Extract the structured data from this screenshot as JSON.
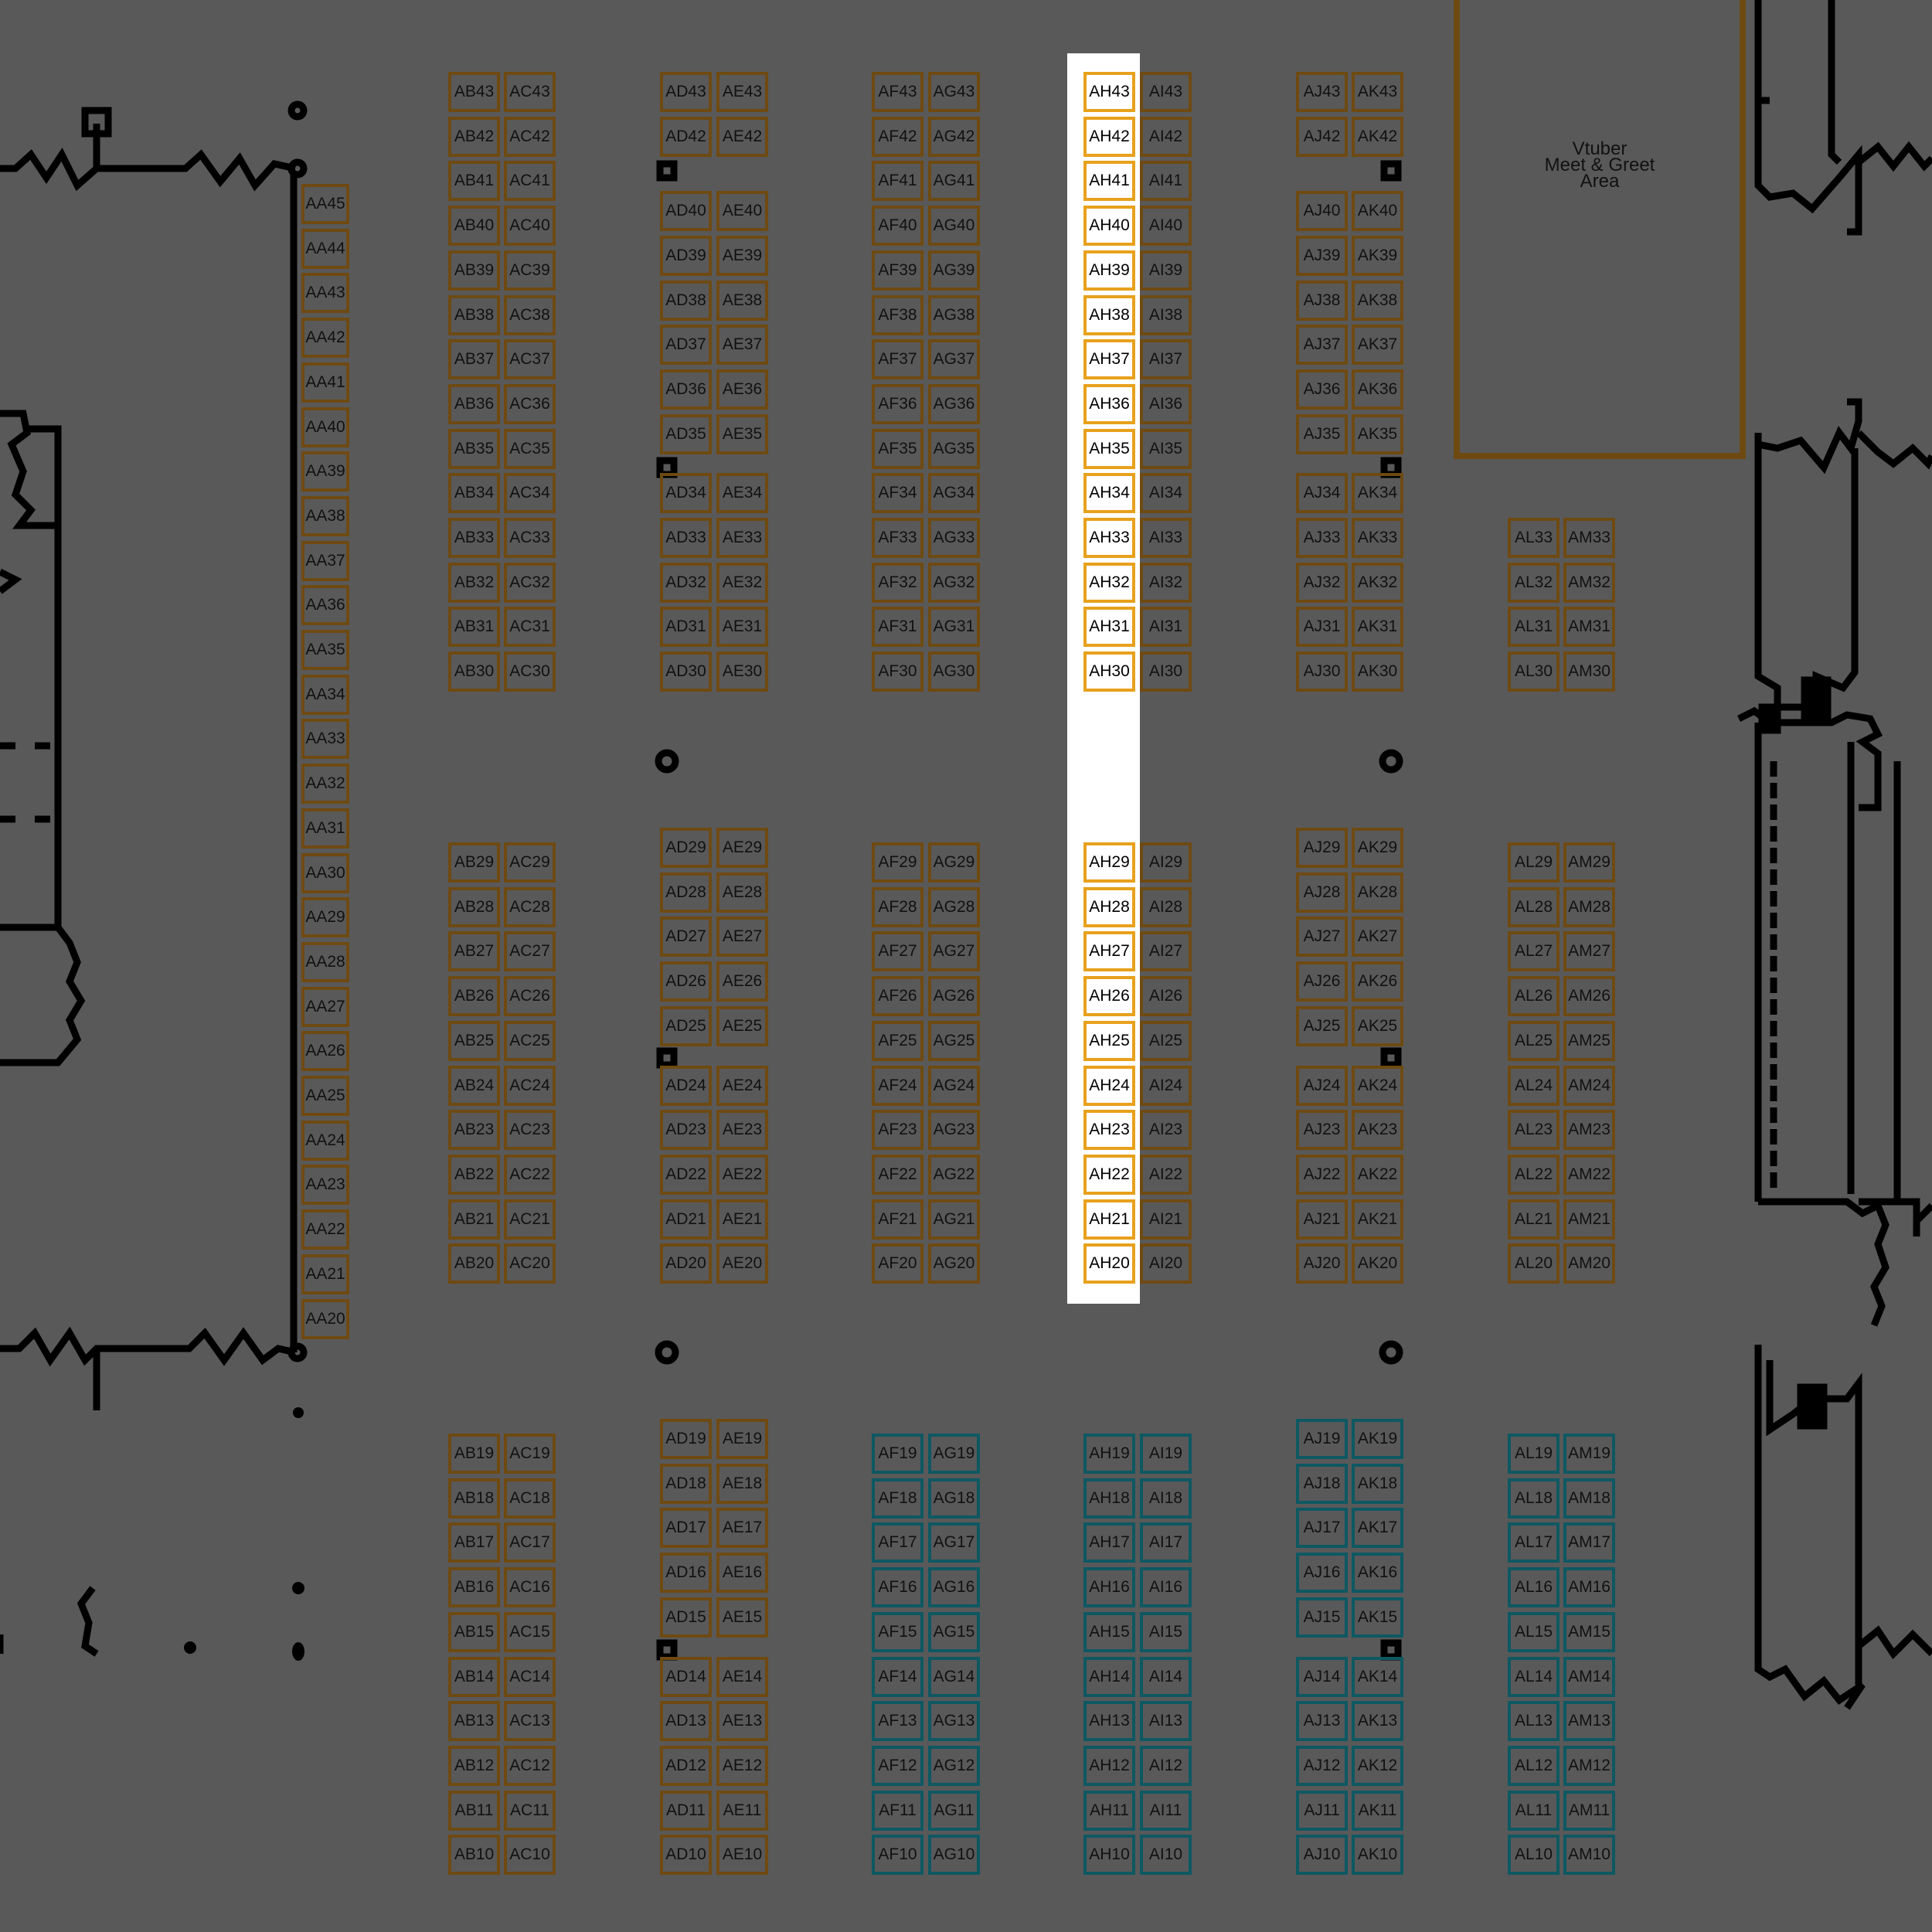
{
  "map": {
    "area_label": "Vtuber\nMeet & Greet\nArea",
    "highlight_color": "#ffffff",
    "colors": {
      "brown": "#6e4a12",
      "teal": "#0e5862",
      "highlight": "#e8a11c",
      "background": "#595959"
    },
    "booth_groups": [
      {
        "col": "AA",
        "rows": [
          "45",
          "44",
          "43",
          "42",
          "41",
          "40",
          "39",
          "38",
          "37",
          "36",
          "35",
          "34",
          "33",
          "32",
          "31",
          "30",
          "29",
          "28",
          "27",
          "26",
          "25",
          "24",
          "23",
          "22",
          "21",
          "20"
        ],
        "color": "brown"
      },
      {
        "col": "AB",
        "rows": [
          "43",
          "42",
          "41",
          "40",
          "39",
          "38",
          "37",
          "36",
          "35",
          "34",
          "33",
          "32",
          "31",
          "30"
        ],
        "color": "brown"
      },
      {
        "col": "AC",
        "rows": [
          "43",
          "42",
          "41",
          "40",
          "39",
          "38",
          "37",
          "36",
          "35",
          "34",
          "33",
          "32",
          "31",
          "30"
        ],
        "color": "brown"
      },
      {
        "col": "AB",
        "rows": [
          "29",
          "28",
          "27",
          "26",
          "25",
          "24",
          "23",
          "22",
          "21",
          "20"
        ],
        "color": "brown"
      },
      {
        "col": "AC",
        "rows": [
          "29",
          "28",
          "27",
          "26",
          "25",
          "24",
          "23",
          "22",
          "21",
          "20"
        ],
        "color": "brown"
      },
      {
        "col": "AB",
        "rows": [
          "19",
          "18",
          "17",
          "16",
          "15",
          "14",
          "13",
          "12",
          "11",
          "10"
        ],
        "color": "brown"
      },
      {
        "col": "AC",
        "rows": [
          "19",
          "18",
          "17",
          "16",
          "15",
          "14",
          "13",
          "12",
          "11",
          "10"
        ],
        "color": "brown"
      },
      {
        "col": "AD",
        "rows": [
          "43",
          "42"
        ],
        "color": "brown"
      },
      {
        "col": "AE",
        "rows": [
          "43",
          "42"
        ],
        "color": "brown"
      },
      {
        "col": "AD",
        "rows": [
          "40",
          "39",
          "38",
          "37",
          "36",
          "35"
        ],
        "color": "brown"
      },
      {
        "col": "AE",
        "rows": [
          "40",
          "39",
          "38",
          "37",
          "36",
          "35"
        ],
        "color": "brown"
      },
      {
        "col": "AD",
        "rows": [
          "34",
          "33",
          "32",
          "31",
          "30"
        ],
        "color": "brown"
      },
      {
        "col": "AE",
        "rows": [
          "34",
          "33",
          "32",
          "31",
          "30"
        ],
        "color": "brown"
      },
      {
        "col": "AD",
        "rows": [
          "29",
          "28",
          "27",
          "26",
          "25"
        ],
        "color": "brown"
      },
      {
        "col": "AE",
        "rows": [
          "29",
          "28",
          "27",
          "26",
          "25"
        ],
        "color": "brown"
      },
      {
        "col": "AD",
        "rows": [
          "24",
          "23",
          "22",
          "21",
          "20"
        ],
        "color": "brown"
      },
      {
        "col": "AE",
        "rows": [
          "24",
          "23",
          "22",
          "21",
          "20"
        ],
        "color": "brown"
      },
      {
        "col": "AD",
        "rows": [
          "19",
          "18",
          "17",
          "16",
          "15"
        ],
        "color": "brown"
      },
      {
        "col": "AE",
        "rows": [
          "19",
          "18",
          "17",
          "16",
          "15"
        ],
        "color": "brown"
      },
      {
        "col": "AD",
        "rows": [
          "14",
          "13",
          "12",
          "11",
          "10"
        ],
        "color": "brown"
      },
      {
        "col": "AE",
        "rows": [
          "14",
          "13",
          "12",
          "11",
          "10"
        ],
        "color": "brown"
      },
      {
        "col": "AF",
        "rows": [
          "43",
          "42",
          "41",
          "40",
          "39",
          "38",
          "37",
          "36",
          "35",
          "34",
          "33",
          "32",
          "31",
          "30"
        ],
        "color": "brown"
      },
      {
        "col": "AG",
        "rows": [
          "43",
          "42",
          "41",
          "40",
          "39",
          "38",
          "37",
          "36",
          "35",
          "34",
          "33",
          "32",
          "31",
          "30"
        ],
        "color": "brown"
      },
      {
        "col": "AF",
        "rows": [
          "29",
          "28",
          "27",
          "26",
          "25",
          "24",
          "23",
          "22",
          "21",
          "20"
        ],
        "color": "brown"
      },
      {
        "col": "AG",
        "rows": [
          "29",
          "28",
          "27",
          "26",
          "25",
          "24",
          "23",
          "22",
          "21",
          "20"
        ],
        "color": "brown"
      },
      {
        "col": "AF",
        "rows": [
          "19",
          "18",
          "17",
          "16",
          "15",
          "14",
          "13",
          "12",
          "11",
          "10"
        ],
        "color": "teal"
      },
      {
        "col": "AG",
        "rows": [
          "19",
          "18",
          "17",
          "16",
          "15",
          "14",
          "13",
          "12",
          "11",
          "10"
        ],
        "color": "teal"
      },
      {
        "col": "AH",
        "rows": [
          "43",
          "42",
          "41",
          "40",
          "39",
          "38",
          "37",
          "36",
          "35",
          "34",
          "33",
          "32",
          "31",
          "30"
        ],
        "color": "highlight"
      },
      {
        "col": "AI",
        "rows": [
          "43",
          "42",
          "41",
          "40",
          "39",
          "38",
          "37",
          "36",
          "35",
          "34",
          "33",
          "32",
          "31",
          "30"
        ],
        "color": "brown"
      },
      {
        "col": "AH",
        "rows": [
          "29",
          "28",
          "27",
          "26",
          "25",
          "24",
          "23",
          "22",
          "21",
          "20"
        ],
        "color": "highlight"
      },
      {
        "col": "AI",
        "rows": [
          "29",
          "28",
          "27",
          "26",
          "25",
          "24",
          "23",
          "22",
          "21",
          "20"
        ],
        "color": "brown"
      },
      {
        "col": "AH",
        "rows": [
          "19",
          "18",
          "17",
          "16",
          "15",
          "14",
          "13",
          "12",
          "11",
          "10"
        ],
        "color": "teal"
      },
      {
        "col": "AI",
        "rows": [
          "19",
          "18",
          "17",
          "16",
          "15",
          "14",
          "13",
          "12",
          "11",
          "10"
        ],
        "color": "teal"
      },
      {
        "col": "AJ",
        "rows": [
          "43",
          "42"
        ],
        "color": "brown"
      },
      {
        "col": "AK",
        "rows": [
          "43",
          "42"
        ],
        "color": "brown"
      },
      {
        "col": "AJ",
        "rows": [
          "40",
          "39",
          "38",
          "37",
          "36",
          "35"
        ],
        "color": "brown"
      },
      {
        "col": "AK",
        "rows": [
          "40",
          "39",
          "38",
          "37",
          "36",
          "35"
        ],
        "color": "brown"
      },
      {
        "col": "AJ",
        "rows": [
          "34",
          "33",
          "32",
          "31",
          "30"
        ],
        "color": "brown"
      },
      {
        "col": "AK",
        "rows": [
          "34",
          "33",
          "32",
          "31",
          "30"
        ],
        "color": "brown"
      },
      {
        "col": "AJ",
        "rows": [
          "29",
          "28",
          "27",
          "26",
          "25"
        ],
        "color": "brown"
      },
      {
        "col": "AK",
        "rows": [
          "29",
          "28",
          "27",
          "26",
          "25"
        ],
        "color": "brown"
      },
      {
        "col": "AJ",
        "rows": [
          "24",
          "23",
          "22",
          "21",
          "20"
        ],
        "color": "brown"
      },
      {
        "col": "AK",
        "rows": [
          "24",
          "23",
          "22",
          "21",
          "20"
        ],
        "color": "brown"
      },
      {
        "col": "AJ",
        "rows": [
          "19",
          "18",
          "17",
          "16",
          "15"
        ],
        "color": "teal"
      },
      {
        "col": "AK",
        "rows": [
          "19",
          "18",
          "17",
          "16",
          "15"
        ],
        "color": "teal"
      },
      {
        "col": "AJ",
        "rows": [
          "14",
          "13",
          "12",
          "11",
          "10"
        ],
        "color": "teal"
      },
      {
        "col": "AK",
        "rows": [
          "14",
          "13",
          "12",
          "11",
          "10"
        ],
        "color": "teal"
      },
      {
        "col": "AL",
        "rows": [
          "33",
          "32",
          "31",
          "30"
        ],
        "color": "brown"
      },
      {
        "col": "AM",
        "rows": [
          "33",
          "32",
          "31",
          "30"
        ],
        "color": "brown"
      },
      {
        "col": "AL",
        "rows": [
          "29",
          "28",
          "27",
          "26",
          "25",
          "24",
          "23",
          "22",
          "21",
          "20"
        ],
        "color": "brown"
      },
      {
        "col": "AM",
        "rows": [
          "29",
          "28",
          "27",
          "26",
          "25",
          "24",
          "23",
          "22",
          "21",
          "20"
        ],
        "color": "brown"
      },
      {
        "col": "AL",
        "rows": [
          "19",
          "18",
          "17",
          "16",
          "15",
          "14",
          "13",
          "12",
          "11",
          "10"
        ],
        "color": "teal"
      },
      {
        "col": "AM",
        "rows": [
          "19",
          "18",
          "17",
          "16",
          "15",
          "14",
          "13",
          "12",
          "11",
          "10"
        ],
        "color": "teal"
      }
    ]
  }
}
